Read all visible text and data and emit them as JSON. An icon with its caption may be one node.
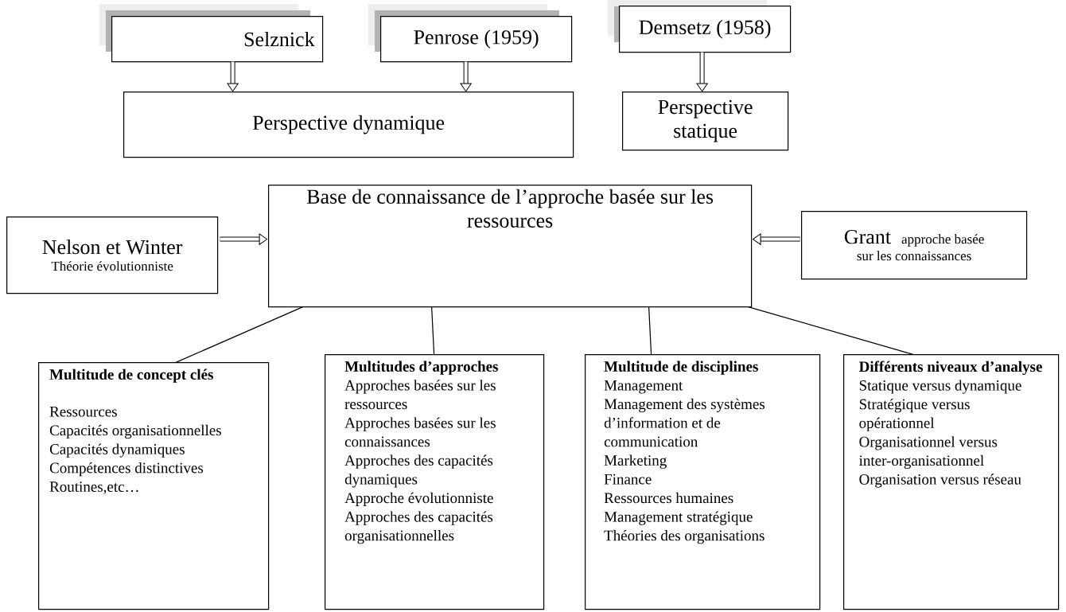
{
  "diagram": {
    "nodes": [
      {
        "text": [
          "Selznick"
        ]
      },
      {
        "text": [
          "Penrose (1959)"
        ]
      },
      {
        "text": [
          "Demsetz (1958)"
        ]
      },
      {
        "text": [
          "Perspective dynamique"
        ]
      },
      {
        "text": [
          "Perspective statique"
        ]
      },
      {
        "text": [
          "Base de connaissance de l’approche basée sur les ressources"
        ]
      },
      {
        "text": [
          "Nelson et Winter",
          "Théorie évolutionniste"
        ]
      },
      {
        "text": [
          "Grant",
          "approche basée sur les connaissances"
        ]
      },
      {
        "text": [
          "Multitude de concept clés",
          "Ressources",
          "Capacités organisationnelles",
          "Capacités dynamiques",
          "Compétences distinctives",
          "Routines,etc…"
        ]
      },
      {
        "text": [
          "Multitudes d’approches",
          "Approches basées sur les ressources",
          "Approches basées sur les connaissances",
          "Approches des capacités dynamiques",
          "Approche évolutionniste",
          "Approches des capacités organisationnelles"
        ]
      },
      {
        "text": [
          "Multitude de disciplines",
          "Management",
          "Management des systèmes d’information et de communication",
          "Marketing",
          "Finance",
          "Ressources humaines",
          "Management stratégique",
          "Théories des organisations"
        ]
      },
      {
        "text": [
          "Différents niveaux d’analyse",
          "Statique versus dynamique",
          "Stratégique versus opérationnel",
          "Organisationnel versus inter-organisationnel",
          "Organisation versus réseau"
        ]
      }
    ],
    "edges": [
      {
        "from": 0,
        "to": 3,
        "arrow": "to"
      },
      {
        "from": 1,
        "to": 3,
        "arrow": "to"
      },
      {
        "from": 2,
        "to": 4,
        "arrow": "to"
      },
      {
        "from": 6,
        "to": 5,
        "arrow": "to"
      },
      {
        "from": 7,
        "to": 5,
        "arrow": "to"
      },
      {
        "from": 5,
        "to": 8,
        "arrow": "none"
      },
      {
        "from": 5,
        "to": 9,
        "arrow": "none"
      },
      {
        "from": 5,
        "to": 10,
        "arrow": "none"
      },
      {
        "from": 5,
        "to": 11,
        "arrow": "none"
      }
    ]
  }
}
